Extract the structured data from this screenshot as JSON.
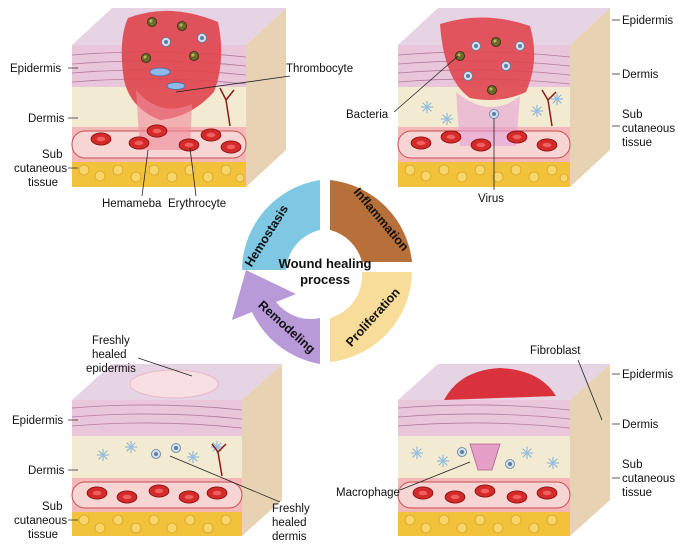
{
  "center": {
    "line1": "Wound healing",
    "line2": "process"
  },
  "phases": {
    "hemostasis": {
      "label": "Hemostasis",
      "color": "#7ec8e3"
    },
    "inflammation": {
      "label": "Inflammation",
      "color": "#b8703a"
    },
    "proliferation": {
      "label": "Proliferation",
      "color": "#f7dc9a"
    },
    "remodeling": {
      "label": "Remodeling",
      "color": "#b89ad8"
    }
  },
  "panels": {
    "top_left": {
      "labels": {
        "epidermis": "Epidermis",
        "dermis": "Dermis",
        "sub1": "Sub",
        "sub2": "cutaneous",
        "sub3": "tissue",
        "thrombocyte": "Thrombocyte",
        "hemameba": "Hemameba",
        "erythrocyte": "Erythrocyte"
      }
    },
    "top_right": {
      "labels": {
        "epidermis": "Epidermis",
        "dermis": "Dermis",
        "sub1": "Sub",
        "sub2": "cutaneous",
        "sub3": "tissue",
        "bacteria": "Bacteria",
        "virus": "Virus"
      }
    },
    "bottom_left": {
      "labels": {
        "fresh_epi1": "Freshly",
        "fresh_epi2": "healed",
        "fresh_epi3": "epidermis",
        "epidermis": "Epidermis",
        "dermis": "Dermis",
        "sub1": "Sub",
        "sub2": "cutaneous",
        "sub3": "tissue",
        "fresh_der1": "Freshly",
        "fresh_der2": "healed",
        "fresh_der3": "dermis"
      }
    },
    "bottom_right": {
      "labels": {
        "fibroblast": "Fibroblast",
        "epidermis": "Epidermis",
        "dermis": "Dermis",
        "sub1": "Sub",
        "sub2": "cutaneous",
        "sub3": "tissue",
        "macrophage": "Macrophage"
      }
    }
  },
  "colors": {
    "epidermis": "#e9c6da",
    "dermis": "#f3ead2",
    "fat": "#f2c23a",
    "blood": "#d42a2a",
    "wound": "#e0464f",
    "vessel": "#f4b8b8"
  }
}
